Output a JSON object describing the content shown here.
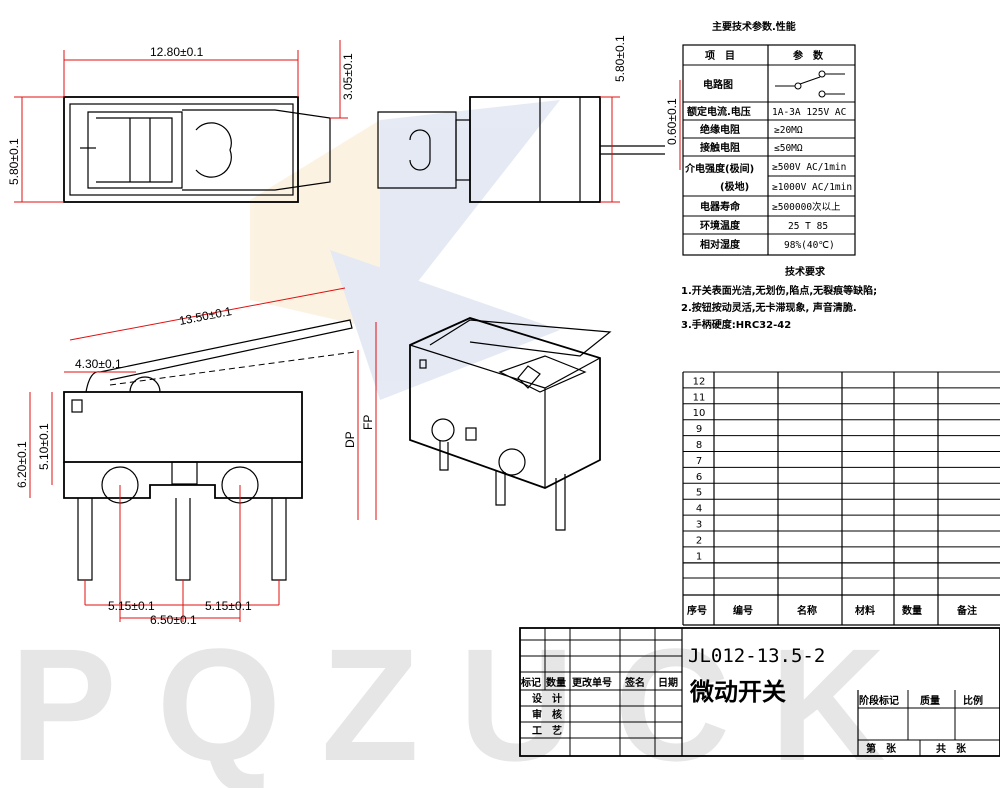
{
  "watermark": "PQZUCK",
  "dimensions": {
    "top_width": "12.80±0.1",
    "top_height": "5.80±0.1",
    "top_lever_gap": "3.05±0.1",
    "side_height": "5.80±0.1",
    "side_pin": "0.60±0.1",
    "lever_length": "13.50±0.1",
    "lever_pivot": "4.30±0.1",
    "body_height": "6.20±0.1",
    "body_inner_height": "5.10±0.1",
    "dp": "DP",
    "fp": "FP",
    "pin_left": "5.15±0.1",
    "pin_right": "5.15±0.1",
    "pin_spacing": "6.50±0.1"
  },
  "spec_table": {
    "title": "主要技术参数.性能",
    "header_item": "项　目",
    "header_param": "参　数",
    "rows": [
      {
        "item": "电路图",
        "value": ""
      },
      {
        "item": "额定电流.电压",
        "value": "1A-3A 125V AC"
      },
      {
        "item": "绝缘电阻",
        "value": "≥20MΩ"
      },
      {
        "item": "接触电阻",
        "value": "≤50MΩ"
      },
      {
        "item": "介电强度(极间)",
        "value": "≥500V AC/1min"
      },
      {
        "item": "(极地)",
        "value": "≥1000V AC/1min"
      },
      {
        "item": "电器寿命",
        "value": "≥500000次以上"
      },
      {
        "item": "环境温度",
        "value": "25 T 85"
      },
      {
        "item": "相对湿度",
        "value": "98%(40℃)"
      }
    ]
  },
  "tech_requirements": {
    "title": "技术要求",
    "lines": [
      "1.开关表面光洁,无划伤,陷点,无裂痕等缺陷;",
      "2.按钮按动灵活,无卡滞现象, 声音清脆.",
      "3.手柄硬度:HRC32-42"
    ]
  },
  "parts_list": {
    "row_numbers": [
      "12",
      "11",
      "10",
      "9",
      "8",
      "7",
      "6",
      "5",
      "4",
      "3",
      "2",
      "1"
    ],
    "headers": [
      "序号",
      "编号",
      "名称",
      "材料",
      "数量",
      "备注"
    ]
  },
  "title_block": {
    "drawing_number": "JL012-13.5-2",
    "part_name": "微动开关",
    "labels": {
      "mark": "标记",
      "qty": "数量",
      "change_no": "更改单号",
      "sign": "签名",
      "date": "日期",
      "design": "设　计",
      "review": "审　核",
      "process": "工　艺",
      "stage": "阶段标记",
      "weight": "质量",
      "scale": "比例",
      "sheet": "第　张",
      "total": "共　张"
    }
  }
}
